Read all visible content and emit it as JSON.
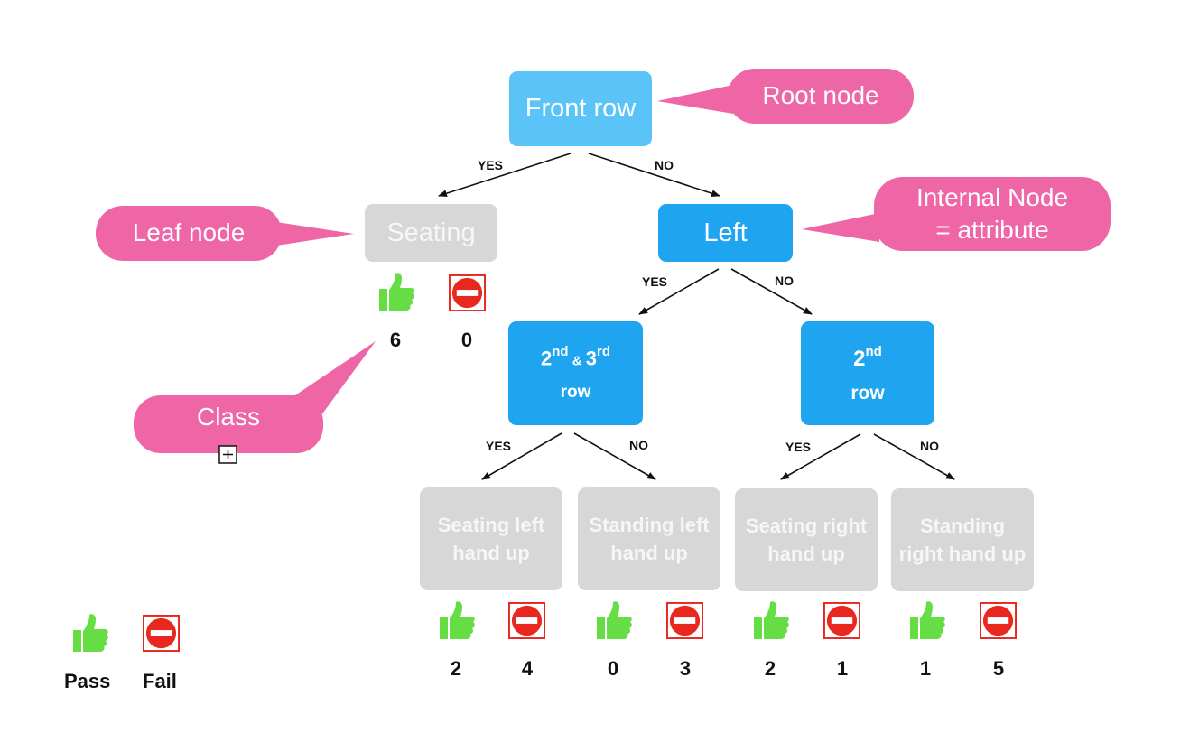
{
  "nodes": {
    "root": "Front row",
    "seating": "Seating",
    "left": "Left",
    "mid_a_base1": "2",
    "mid_a_sup1": "nd",
    "mid_a_amp": " & ",
    "mid_a_base2": "3",
    "mid_a_sup2": "rd",
    "mid_a_line2": "row",
    "mid_b_base": "2",
    "mid_b_sup": "nd",
    "mid_b_line2": "row",
    "leaf1_l1": "Seating left",
    "leaf1_l2": "hand up",
    "leaf2_l1": "Standing left",
    "leaf2_l2": "hand up",
    "leaf3_l1": "Seating right",
    "leaf3_l2": "hand up",
    "leaf4_l1": "Standing",
    "leaf4_l2": "right hand up"
  },
  "edges": {
    "yes": "YES",
    "no": "NO"
  },
  "counts": {
    "seating_pass": "6",
    "seating_fail": "0",
    "leaf1_pass": "2",
    "leaf1_fail": "4",
    "leaf2_pass": "0",
    "leaf2_fail": "3",
    "leaf3_pass": "2",
    "leaf3_fail": "1",
    "leaf4_pass": "1",
    "leaf4_fail": "5"
  },
  "callouts": {
    "root": "Root node",
    "leaf": "Leaf node",
    "internal_l1": "Internal Node",
    "internal_l2": "= attribute",
    "class": "Class"
  },
  "legend": {
    "pass": "Pass",
    "fail": "Fail"
  },
  "icons": {
    "pass": "thumbs-up-icon",
    "fail": "no-entry-icon"
  },
  "colors": {
    "root": "#5ac4f8",
    "internal": "#1fa5f0",
    "leaf": "#d7d7d7",
    "callout": "#ee66a6",
    "pass": "#66dd44",
    "fail": "#e8281e"
  }
}
